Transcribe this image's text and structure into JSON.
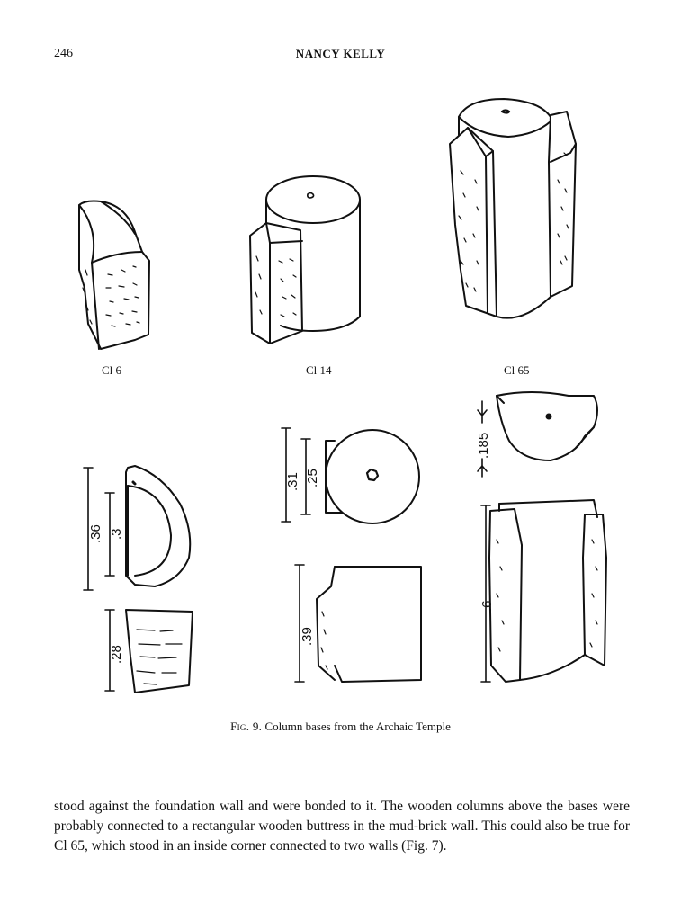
{
  "header": {
    "page_number": "246",
    "running_head": "NANCY KELLY"
  },
  "figure": {
    "labels": {
      "cl6": "Cl 6",
      "cl14": "Cl 14",
      "cl65": "Cl 65"
    },
    "dimensions": {
      "cl6_width_outer": ".36",
      "cl6_width_inner": ".3",
      "cl6_height": ".28",
      "cl14_width_outer": ".31",
      "cl14_width_inner": ".25",
      "cl14_height": ".39",
      "cl65_depth": ".185",
      "cl65_height": ".6"
    },
    "caption_label": "Fig. 9.",
    "caption_text": "Column bases from the Archaic Temple"
  },
  "body": {
    "paragraph": "stood against the foundation wall and were bonded to it. The wooden columns above the bases were probably connected to a rectangular wooden buttress in the mud-brick wall. This could also be true for Cl 65, which stood in an inside corner connected to two walls (Fig. 7)."
  }
}
